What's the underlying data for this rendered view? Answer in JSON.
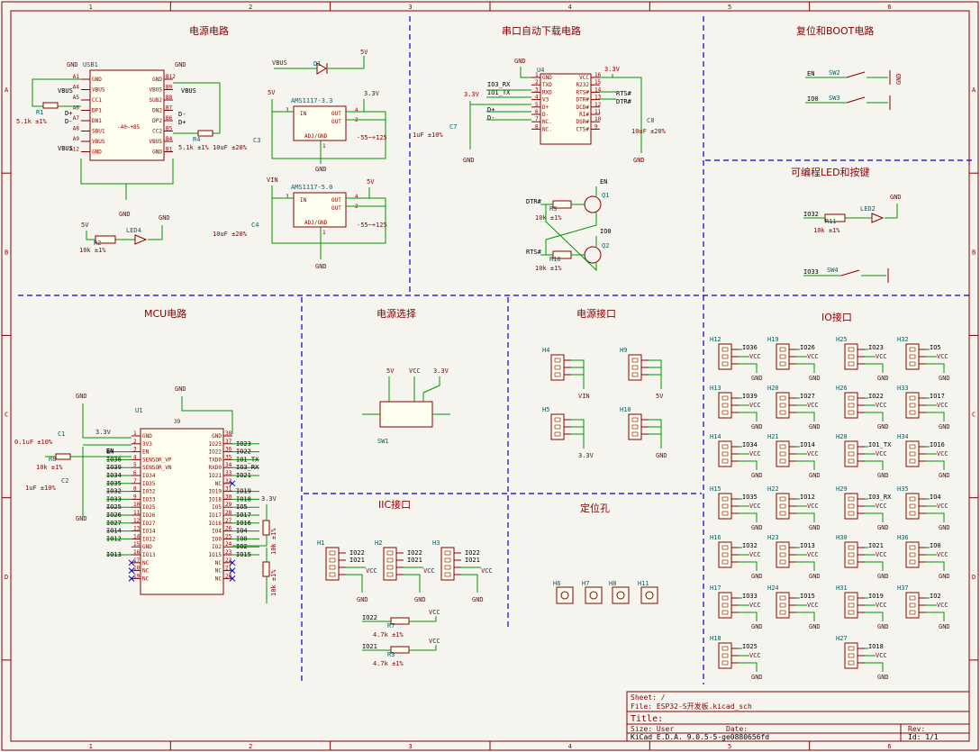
{
  "frame": {
    "columns": [
      "1",
      "2",
      "3",
      "4",
      "5",
      "6"
    ],
    "rows": [
      "A",
      "B",
      "C",
      "D"
    ]
  },
  "sections": {
    "power": "电源电路",
    "uart": "串口自动下载电路",
    "reset": "复位和BOOT电路",
    "led": "可编程LED和按键",
    "mcu": "MCU电路",
    "psel": "电源选择",
    "pwr_if": "电源接口",
    "io_if": "IO接口",
    "iic": "IIC接口",
    "holes": "定位孔"
  },
  "usb": {
    "ref": "USB1",
    "gnd_left": "GND",
    "gnd_right": "GND",
    "left_pins": [
      {
        "num": "A1",
        "name": "GND"
      },
      {
        "num": "A4",
        "name": "VBUS"
      },
      {
        "num": "A5",
        "name": "CC1"
      },
      {
        "num": "A6",
        "name": "DP1"
      },
      {
        "num": "A7",
        "name": "DN1"
      },
      {
        "num": "A8",
        "name": "SBU1"
      },
      {
        "num": "A9",
        "name": "VBUS"
      },
      {
        "num": "A12",
        "name": "GND"
      }
    ],
    "right_pins": [
      {
        "num": "B12",
        "name": "GND"
      },
      {
        "num": "B9",
        "name": "VBUS"
      },
      {
        "num": "B8",
        "name": "SUB2"
      },
      {
        "num": "B7",
        "name": "DN2"
      },
      {
        "num": "B6",
        "name": "DP2"
      },
      {
        "num": "B5",
        "name": "CC2"
      },
      {
        "num": "B4",
        "name": "VBUS"
      },
      {
        "num": "B1",
        "name": "GND"
      }
    ],
    "center": "-40~+85",
    "nets": {
      "vbus1": "VBUS",
      "vbus2": "VBUS",
      "vbus3": "VBUS",
      "dp": "D+",
      "dn": "D-",
      "dp2": "D+",
      "dn2": "D-",
      "gnd": "GND"
    },
    "r1": {
      "ref": "R1",
      "val": "5.1k ±1%"
    },
    "r4": {
      "ref": "R4",
      "val": "5.1k ±1%"
    },
    "c_right_val": "10uF ±20%"
  },
  "ldo1": {
    "ref": "AMS1117-3.3",
    "in": "IN",
    "out1": "OUT",
    "out2": "OUT",
    "adj": "ADJ/GND",
    "p3": "3",
    "p4": "4",
    "p2": "2",
    "p1": "1",
    "vin": "5V",
    "vout": "3.3V",
    "gnd": "GND",
    "c": "C3",
    "note": "-55~+125"
  },
  "ldo2": {
    "ref": "AMS1117-5.0",
    "in": "IN",
    "out1": "OUT",
    "out2": "OUT",
    "adj": "ADJ/GND",
    "p3": "3",
    "p4": "4",
    "p2": "2",
    "p1": "1",
    "vin": "VIN",
    "vout": "5V",
    "gnd": "GND",
    "c": "C4",
    "c_val": "10uF ±20%",
    "note": "-55~+125"
  },
  "vbus_diode": {
    "net": "VBUS",
    "ref": "D1",
    "out": "5V"
  },
  "led4": {
    "net": "5V",
    "r": "R2",
    "rval": "10k ±1%",
    "ref": "LED4",
    "gnd": "GND"
  },
  "ch340": {
    "ref": "U4",
    "gnd": "GND",
    "vcc": "3.3V",
    "c7": "C7",
    "c7_val": "1uF ±10%",
    "c8": "C8",
    "c8_val": "10uF ±20%",
    "v33": "3.3V",
    "gnd2": "GND",
    "gnd3": "GND",
    "left_pins": [
      {
        "num": "1",
        "name": "GND"
      },
      {
        "num": "2",
        "name": "TXD"
      },
      {
        "num": "3",
        "name": "RXD"
      },
      {
        "num": "4",
        "name": "V3"
      },
      {
        "num": "5",
        "name": "D+"
      },
      {
        "num": "6",
        "name": "D-"
      },
      {
        "num": "7",
        "name": "NC."
      },
      {
        "num": "8",
        "name": "NC."
      }
    ],
    "right_pins": [
      {
        "num": "16",
        "name": "VCC"
      },
      {
        "num": "15",
        "name": "R232"
      },
      {
        "num": "14",
        "name": "RTS#"
      },
      {
        "num": "13",
        "name": "DTR#"
      },
      {
        "num": "12",
        "name": "DCD#"
      },
      {
        "num": "11",
        "name": "RI#"
      },
      {
        "num": "10",
        "name": "DSR#"
      },
      {
        "num": "9",
        "name": "CTS#"
      }
    ],
    "nets": {
      "rx": "IO3_RX",
      "tx": "IO1_TX",
      "dp": "D+",
      "dn": "D-",
      "rts": "RTS#",
      "dtr": "DTR#"
    }
  },
  "autodl": {
    "dtr": "DTR#",
    "rts": "RTS#",
    "r9": "R9",
    "r9v": "10k ±1%",
    "r10": "R10",
    "r10v": "10k ±1%",
    "q1": "Q1",
    "q2": "Q2",
    "en": "EN",
    "io0": "IO0"
  },
  "reset": {
    "en": "EN",
    "sw2": "SW2",
    "io0": "IO0",
    "sw3": "SW3",
    "gnd": "GND"
  },
  "ledkey": {
    "io32": "IO32",
    "r11": "R11",
    "r11v": "10k ±1%",
    "led2": "LED2",
    "gnd": "GND",
    "io33": "IO33",
    "sw4": "SW4"
  },
  "mcu": {
    "ref": "U1",
    "gnd": "GND",
    "v33": "3.3V",
    "c1": "C1",
    "c1v": "0.1uF ±10%",
    "c2": "C2",
    "c2v": "1uF ±10%",
    "r8": "R8",
    "r8v": "10k ±1%",
    "en": "EN",
    "pin_top": "39",
    "top_gnd": "GND",
    "left_pins": [
      {
        "num": "1",
        "name": "GND",
        "net": ""
      },
      {
        "num": "2",
        "name": "3V3",
        "net": ""
      },
      {
        "num": "3",
        "name": "EN",
        "net": "EN"
      },
      {
        "num": "4",
        "name": "SENSOR_VP",
        "net": "IO36"
      },
      {
        "num": "5",
        "name": "SENSOR_VN",
        "net": "IO39"
      },
      {
        "num": "6",
        "name": "IO34",
        "net": "IO34"
      },
      {
        "num": "7",
        "name": "IO35",
        "net": "IO35"
      },
      {
        "num": "8",
        "name": "IO32",
        "net": "IO32"
      },
      {
        "num": "9",
        "name": "IO33",
        "net": "IO33"
      },
      {
        "num": "10",
        "name": "IO25",
        "net": "IO25"
      },
      {
        "num": "11",
        "name": "IO26",
        "net": "IO26"
      },
      {
        "num": "12",
        "name": "IO27",
        "net": "IO27"
      },
      {
        "num": "13",
        "name": "IO14",
        "net": "IO14"
      },
      {
        "num": "14",
        "name": "IO12",
        "net": "IO12"
      },
      {
        "num": "15",
        "name": "GND",
        "net": ""
      },
      {
        "num": "16",
        "name": "IO13",
        "net": "IO13"
      },
      {
        "num": "17",
        "name": "NC",
        "net": ""
      },
      {
        "num": "18",
        "name": "NC",
        "net": ""
      },
      {
        "num": "19",
        "name": "NC",
        "net": ""
      }
    ],
    "right_pins": [
      {
        "num": "38",
        "name": "GND",
        "net": ""
      },
      {
        "num": "37",
        "name": "IO23",
        "net": "IO23"
      },
      {
        "num": "36",
        "name": "IO22",
        "net": "IO22"
      },
      {
        "num": "35",
        "name": "TXD0",
        "net": "IO1_TX"
      },
      {
        "num": "34",
        "name": "RXD0",
        "net": "IO3_RX"
      },
      {
        "num": "33",
        "name": "IO21",
        "net": "IO21"
      },
      {
        "num": "32",
        "name": "NC",
        "net": ""
      },
      {
        "num": "31",
        "name": "IO19",
        "net": "IO19"
      },
      {
        "num": "30",
        "name": "IO18",
        "net": "IO18"
      },
      {
        "num": "29",
        "name": "IO5",
        "net": "IO5"
      },
      {
        "num": "28",
        "name": "IO17",
        "net": "IO17"
      },
      {
        "num": "27",
        "name": "IO16",
        "net": "IO16"
      },
      {
        "num": "26",
        "name": "IO4",
        "net": "IO4"
      },
      {
        "num": "25",
        "name": "IO0",
        "net": "IO0"
      },
      {
        "num": "24",
        "name": "IO2",
        "net": "IO2"
      },
      {
        "num": "23",
        "name": "IO15",
        "net": "IO15"
      },
      {
        "num": "22",
        "name": "NC",
        "net": ""
      },
      {
        "num": "21",
        "name": "NC",
        "net": ""
      },
      {
        "num": "20",
        "name": "NC",
        "net": ""
      }
    ],
    "pullup_v": "3.3V",
    "r5v": "10k ±1%",
    "r6v": "10k ±1%",
    "gnd2": "GND"
  },
  "psel": {
    "v5": "5V",
    "vcc": "VCC",
    "v33": "3.3V",
    "sw": "SW1"
  },
  "pwr_if": [
    {
      "ref": "H4",
      "net": "VIN"
    },
    {
      "ref": "H9",
      "net": "5V"
    },
    {
      "ref": "H5",
      "net": "3.3V"
    },
    {
      "ref": "H10",
      "net": "GND"
    }
  ],
  "iic": {
    "hdrs": [
      {
        "ref": "H1",
        "a": "IO22",
        "b": "IO21"
      },
      {
        "ref": "H2",
        "a": "IO22",
        "b": "IO21"
      },
      {
        "ref": "H3",
        "a": "IO22",
        "b": "IO21"
      }
    ],
    "vcc": "VCC",
    "gnd": "GND",
    "r7": "R7",
    "r7v": "4.7k ±1%",
    "r3": "R3",
    "r3v": "4.7k ±1%",
    "io22": "IO22",
    "io21": "IO21"
  },
  "holes": [
    "H6",
    "H7",
    "H8",
    "H11"
  ],
  "io_hdrs": [
    {
      "ref": "H12",
      "net": "IO36"
    },
    {
      "ref": "H19",
      "net": "IO26"
    },
    {
      "ref": "H25",
      "net": "IO23"
    },
    {
      "ref": "H32",
      "net": "IO5"
    },
    {
      "ref": "H13",
      "net": "IO39"
    },
    {
      "ref": "H20",
      "net": "IO27"
    },
    {
      "ref": "H26",
      "net": "IO22"
    },
    {
      "ref": "H33",
      "net": "IO17"
    },
    {
      "ref": "H14",
      "net": "IO34"
    },
    {
      "ref": "H21",
      "net": "IO14"
    },
    {
      "ref": "H28",
      "net": "IO1_TX"
    },
    {
      "ref": "H34",
      "net": "IO16"
    },
    {
      "ref": "H15",
      "net": "IO35"
    },
    {
      "ref": "H22",
      "net": "IO12"
    },
    {
      "ref": "H29",
      "net": "IO3_RX"
    },
    {
      "ref": "H35",
      "net": "IO4"
    },
    {
      "ref": "H16",
      "net": "IO32"
    },
    {
      "ref": "H23",
      "net": "IO13"
    },
    {
      "ref": "H30",
      "net": "IO21"
    },
    {
      "ref": "H36",
      "net": "IO0"
    },
    {
      "ref": "H17",
      "net": "IO33"
    },
    {
      "ref": "H24",
      "net": "IO15"
    },
    {
      "ref": "H31",
      "net": "IO19"
    },
    {
      "ref": "H37",
      "net": "IO2"
    },
    {
      "ref": "H18",
      "net": "IO25"
    },
    {
      "ref": "H27",
      "net": "IO18"
    }
  ],
  "io_common": {
    "vcc": "VCC",
    "gnd": "GND"
  },
  "title_block": {
    "sheet_label": "Sheet: /",
    "file_label": "File: ESP32-S开发板.kicad_sch",
    "title_label": "Title:",
    "size_label": "Size: User",
    "date_label": "Date:",
    "rev_label": "Rev:",
    "tool": "KiCad E.D.A. 9.0.5-5-ge0880656fd",
    "id": "Id: 1/1"
  },
  "colors": {
    "frame": "#840000",
    "wire": "#009600",
    "body": "#fffff0",
    "dash": "#0000c8",
    "net": "#000000"
  }
}
